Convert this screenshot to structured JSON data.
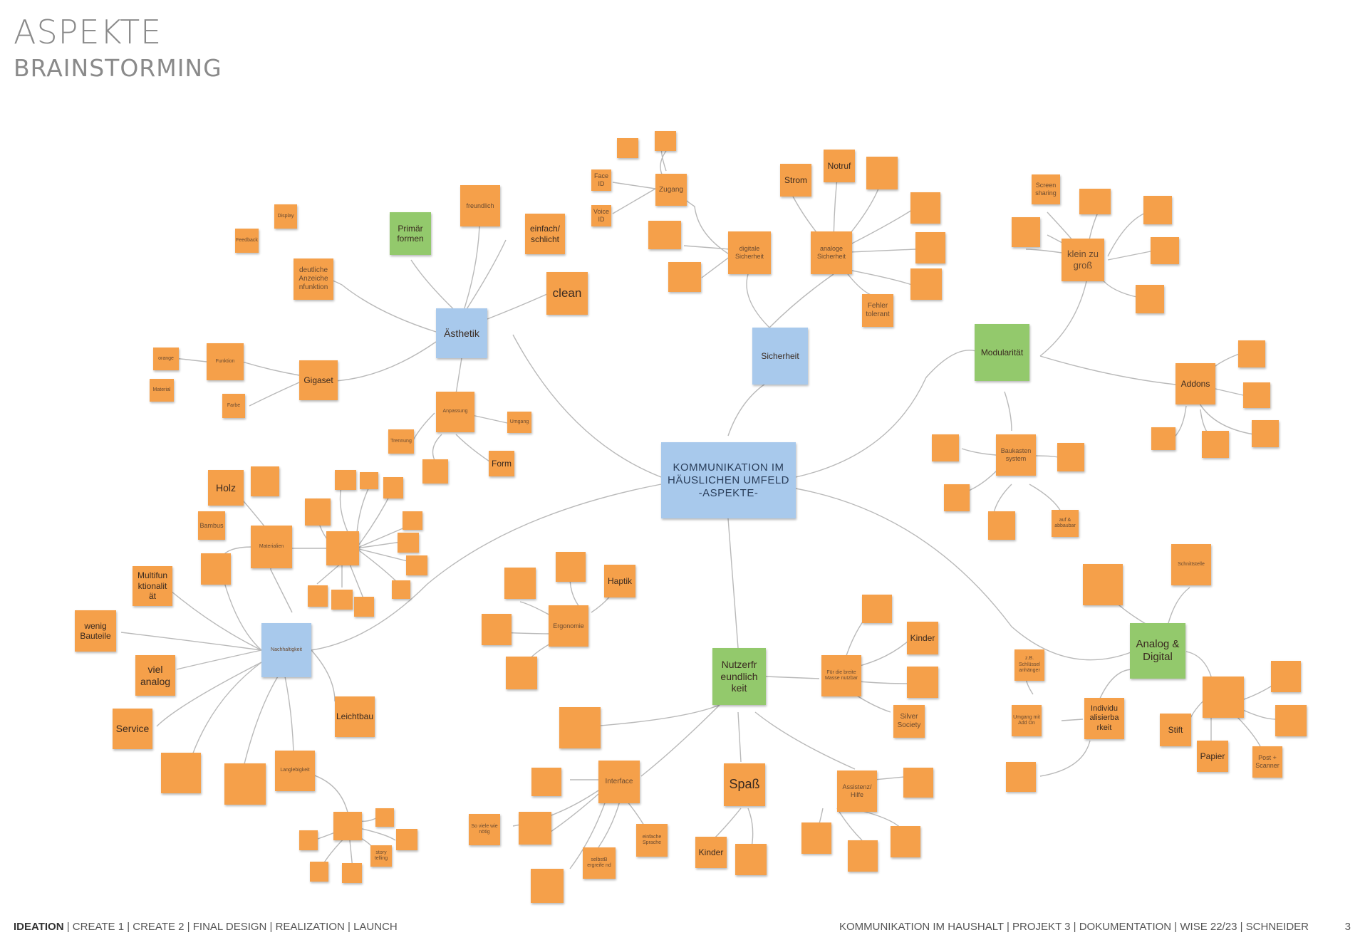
{
  "header": {
    "title": "ASPEKTE",
    "subtitle": "BRAINSTORMING"
  },
  "center": {
    "line1": "KOMMUNIKATION IM",
    "line2": "HÄUSLICHEN UMFELD",
    "line3": "-ASPEKTE-"
  },
  "categories": {
    "aesthetik": "Ästhetik",
    "sicherheit": "Sicherheit",
    "modularitaet": "Modularität",
    "nachhaltigkeit": "Nachhaltigkeit",
    "nutzerfreundlich": "Nutzerfr eundlich keit",
    "analog_digital": "Analog & Digital"
  },
  "notes": {
    "primaer_formen": "Primär formen",
    "freundlich": "freundlich",
    "einfach_schlicht": "einfach/ schlicht",
    "clean": "clean",
    "deutliche": "deutliche Anzeiche nfunktion",
    "gigaset": "Gigaset",
    "orange": "orange",
    "anpassung": "Anpassung",
    "form": "Form",
    "holz": "Holz",
    "bambus": "Bambus",
    "materialien": "Materialien",
    "multifunktional": "Multifun ktionalit ät",
    "wenig_bauteile": "wenig Bauteile",
    "viel_analog": "viel analog",
    "service": "Service",
    "leichtbau": "Leichtbau",
    "langlebigkeit": "Langlebigkeit",
    "story_telling": "story telling",
    "zugang": "Zugang",
    "face_id": "Face ID",
    "voice_id": "Voice ID",
    "digitale_sicherheit": "digitale Sicherheit",
    "strom": "Strom",
    "notruf": "Notruf",
    "analoge_sicherheit": "analoge Sicherheit",
    "fehler_tolerant": "Fehler tolerant",
    "screen_sharing": "Screen sharing",
    "klein_zu_gross": "klein zu groß",
    "addons": "Addons",
    "baukasten": "Baukasten system",
    "auf_abbaubar": "auf & abbaubar",
    "haptik": "Haptik",
    "ergonomie": "Ergonomie",
    "kinder_1": "Kinder",
    "silver_society": "Silver Society",
    "breite_masse": "Für die breite Masse nutzbar",
    "interface": "Interface",
    "so_viele_wie_noetig": "So viele wie nötig",
    "einfache_sprache": "einfache Sprache",
    "selbsterklaerend": "selbstB ergreife nd",
    "spass": "Spaß",
    "kinder_2": "Kinder",
    "assistenz": "Assistenz/ Hilfe",
    "schnittstelle": "Schnittstelle",
    "individualisierbar": "Individu alisierba rkeit",
    "schlussel_anhaenger": "z.B. Schlüssel anhänger",
    "umgang_addon": "Umgang mit Add On",
    "stift": "Stift",
    "papier": "Papier",
    "post_scanner": "Post + Scanner",
    "small_1": "Feedback",
    "small_2": "Display",
    "small_3": "Funktion",
    "small_4": "Material",
    "small_5": "Farbe",
    "small_6": "Umgang",
    "small_7": "Trennung"
  },
  "footer": {
    "active": "IDEATION",
    "nav": " | CREATE 1 | CREATE 2 | FINAL DESIGN | REALIZATION | LAUNCH",
    "right": "KOMMUNIKATION IM HAUSHALT | PROJEKT 3 | DOKUMENTATION | WISE 22/23 | SCHNEIDER",
    "page": "3"
  }
}
